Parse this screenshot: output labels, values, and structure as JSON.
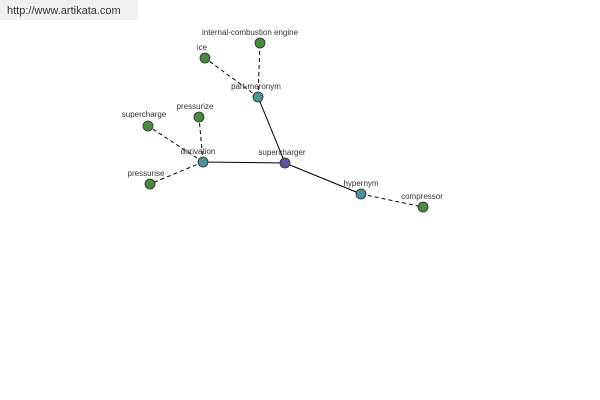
{
  "header": {
    "url": "http://www.artikata.com"
  },
  "graph": {
    "colors": {
      "center": "#5a55a0",
      "relation": "#4a9499",
      "leaf": "#4a8a40",
      "node_stroke": "#2a2a2a",
      "edge": "#000000"
    },
    "nodes": {
      "supercharger": {
        "label": "supercharger",
        "kind": "center"
      },
      "part_meronym": {
        "label": "part-meronym",
        "kind": "relation"
      },
      "derivation": {
        "label": "derivation",
        "kind": "relation"
      },
      "hypernym": {
        "label": "hypernym",
        "kind": "relation"
      },
      "ice": {
        "label": "ice",
        "kind": "leaf"
      },
      "internal_combustion_engine": {
        "label": "internal-combustion engine",
        "kind": "leaf"
      },
      "supercharge": {
        "label": "supercharge",
        "kind": "leaf"
      },
      "pressurize": {
        "label": "pressurize",
        "kind": "leaf"
      },
      "pressurise": {
        "label": "pressurise",
        "kind": "leaf"
      },
      "compressor": {
        "label": "compressor",
        "kind": "leaf"
      }
    },
    "edges": [
      {
        "from": "supercharger",
        "to": "part_meronym",
        "style": "solid"
      },
      {
        "from": "supercharger",
        "to": "derivation",
        "style": "solid"
      },
      {
        "from": "supercharger",
        "to": "hypernym",
        "style": "solid"
      },
      {
        "from": "part_meronym",
        "to": "ice",
        "style": "dashed"
      },
      {
        "from": "part_meronym",
        "to": "internal_combustion_engine",
        "style": "dashed"
      },
      {
        "from": "derivation",
        "to": "supercharge",
        "style": "dashed"
      },
      {
        "from": "derivation",
        "to": "pressurize",
        "style": "dashed"
      },
      {
        "from": "derivation",
        "to": "pressurise",
        "style": "dashed"
      },
      {
        "from": "hypernym",
        "to": "compressor",
        "style": "dashed"
      }
    ]
  }
}
